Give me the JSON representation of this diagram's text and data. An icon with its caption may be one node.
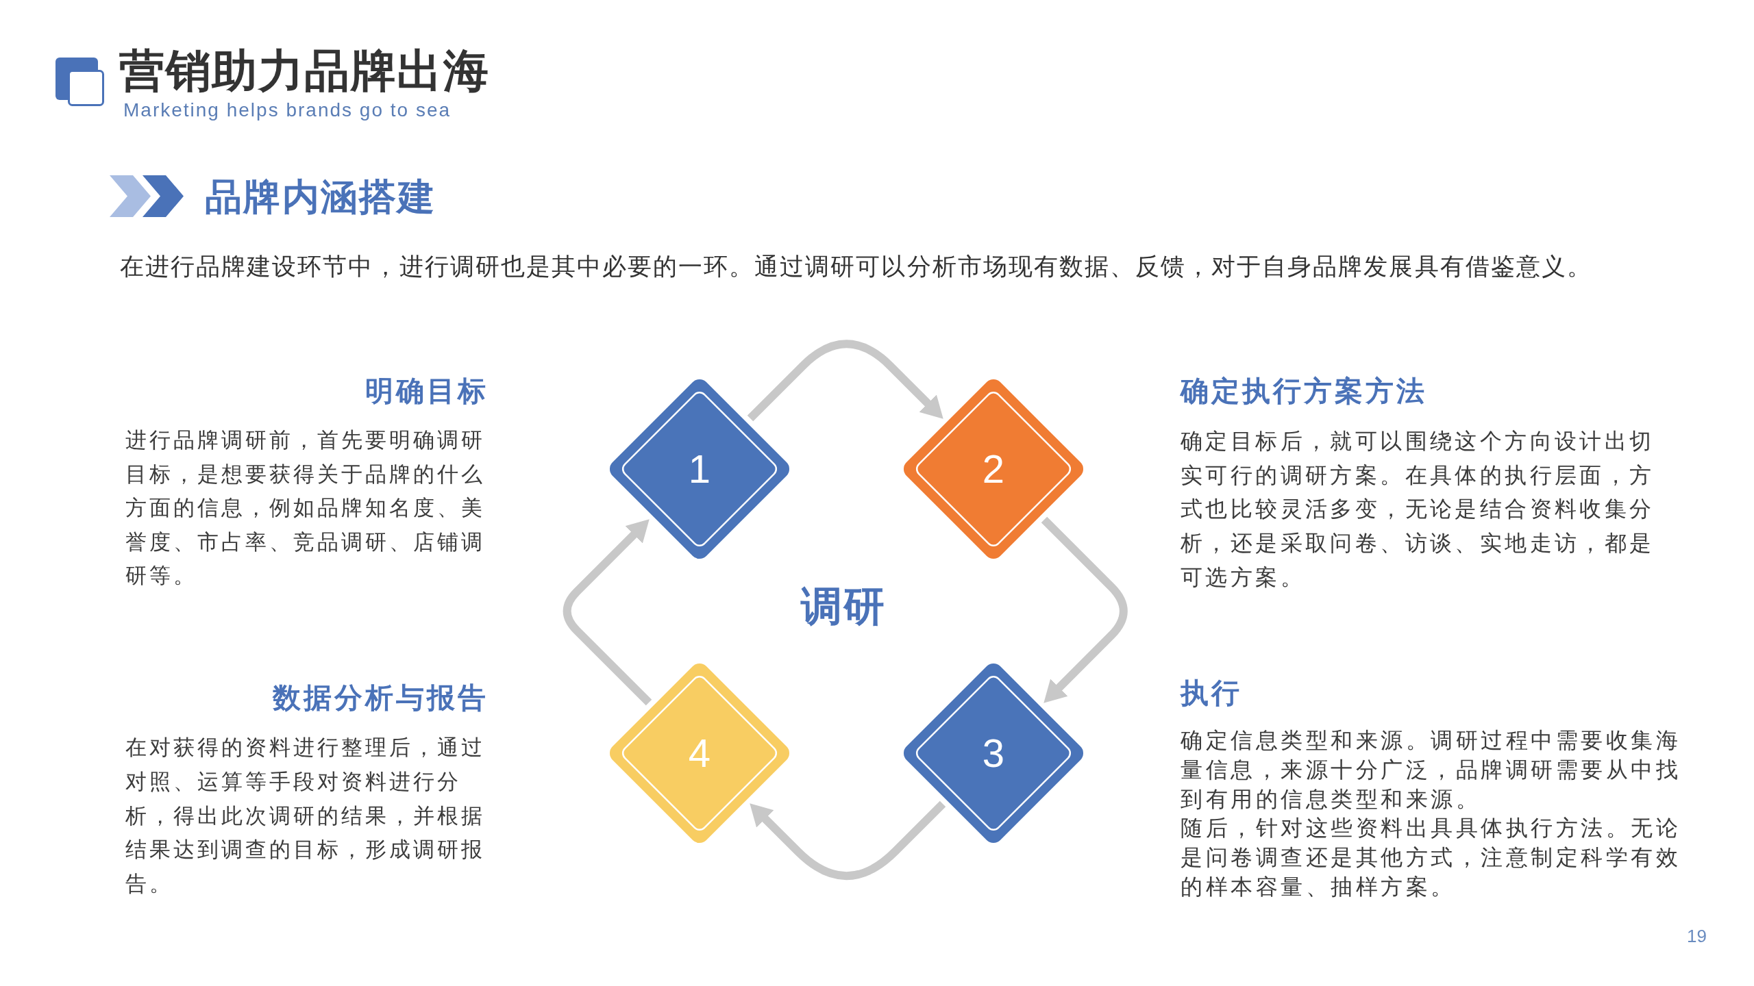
{
  "diagram": {
    "title": "营销助力品牌出海",
    "nodes": [
      {
        "text": [
          "1"
        ],
        "beside": [
          "明确目标",
          "进行品牌调研前，首先要明确调研目标，是想要获得关于品牌的什么方面的信息，例如品牌知名度、美誉度、市占率、竞品调研、店铺调研等。"
        ]
      },
      {
        "text": [
          "2"
        ],
        "beside": [
          "确定执行方案方法",
          "确定目标后，就可以围绕这个方向设计出切实可行的调研方案。在具体的执行层面，方式也比较灵活多变，无论是结合资料收集分析，还是采取问卷、访谈、实地走访，都是可选方案。"
        ]
      },
      {
        "text": [
          "3"
        ],
        "beside": [
          "执行",
          "确定信息类型和来源。调研过程中需要收集海量信息，来源十分广泛，品牌调研需要从中找到有用的信息类型和来源。",
          "随后，针对这些资料出具具体执行方法。无论是问卷调查还是其他方式，注意制定科学有效的样本容量、抽样方案。"
        ]
      },
      {
        "text": [
          "4"
        ],
        "beside": [
          "数据分析与报告",
          "在对获得的资料进行整理后，通过对照、运算等手段对资料进行分析，得出此次调研的结果，并根据结果达到调查的目标，形成调研报告。"
        ]
      }
    ],
    "edges": [
      {
        "from": 0,
        "to": 1,
        "arrow": "to"
      },
      {
        "from": 1,
        "to": 2,
        "arrow": "to"
      },
      {
        "from": 2,
        "to": 3,
        "arrow": "to"
      },
      {
        "from": 3,
        "to": 0,
        "arrow": "to"
      }
    ],
    "labels": [
      "Marketing helps brands go to sea",
      "品牌内涵搭建",
      "在进行品牌建设环节中，进行调研也是其中必要的一环。通过调研可以分析市场现有数据、反馈，对于自身品牌发展具有借鉴意义。",
      "调研",
      "19"
    ]
  }
}
